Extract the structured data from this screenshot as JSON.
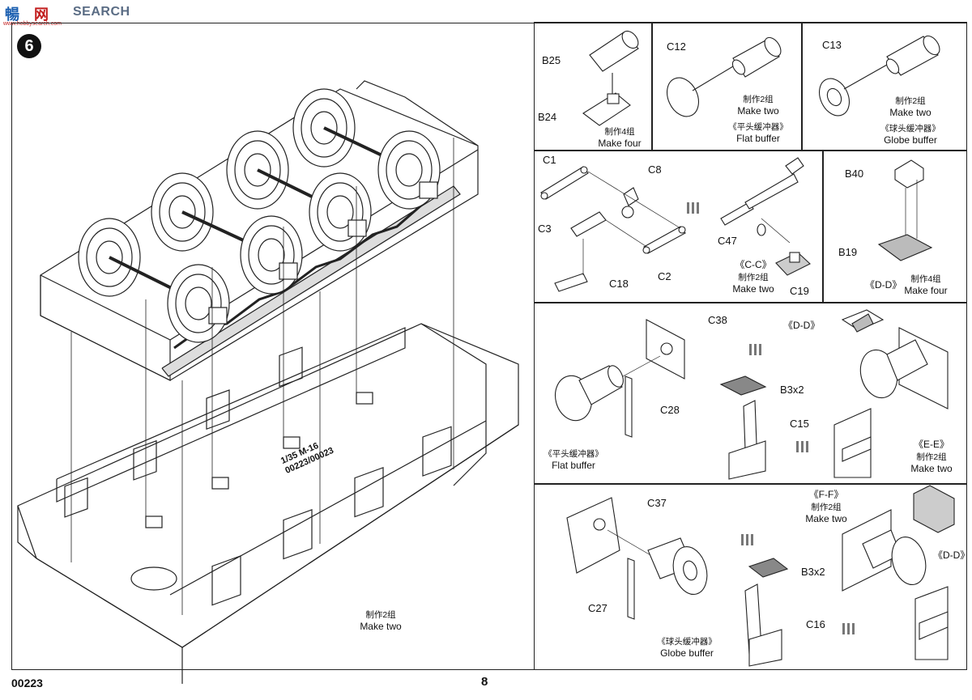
{
  "watermark": {
    "icon_text": "暢",
    "brand_a": "网",
    "brand_b": "SEARCH",
    "sub": "www.hobbysearch.com"
  },
  "step": {
    "number": "6"
  },
  "main": {
    "note_cn": "制作2组",
    "note_en": "Make two",
    "stamp_line1": "1/35 M-16",
    "stamp_line2": "00223/00023"
  },
  "panel_b": {
    "label_top": "B25",
    "label_bottom": "B24",
    "note_cn": "制作4组",
    "note_en": "Make four"
  },
  "panel_c12": {
    "label": "C12",
    "note_cn": "制作2组",
    "note_en": "Make two",
    "type_cn": "《平头缓冲器》",
    "type_en": "Flat buffer"
  },
  "panel_c13": {
    "label": "C13",
    "note_cn": "制作2组",
    "note_en": "Make two",
    "type_cn": "《球头缓冲器》",
    "type_en": "Globe buffer"
  },
  "panel_cc": {
    "labels": [
      "C1",
      "C8",
      "C3",
      "C2",
      "C18",
      "C47",
      "C19"
    ],
    "view": "《C-C》",
    "note_cn": "制作2组",
    "note_en": "Make two"
  },
  "panel_dd": {
    "labels": [
      "B40",
      "B19"
    ],
    "view": "《D-D》",
    "note_cn": "制作4组",
    "note_en": "Make four"
  },
  "panel_ee": {
    "labels": [
      "C38",
      "C28",
      "B3x2",
      "C15"
    ],
    "view_top": "《D-D》",
    "view": "《E-E》",
    "type_cn": "《平头缓冲器》",
    "type_en": "Flat buffer",
    "note_cn": "制作2组",
    "note_en": "Make two"
  },
  "panel_ff": {
    "labels": [
      "C37",
      "C27",
      "B3x2",
      "C16"
    ],
    "view_top": "《F-F》",
    "view_side": "《D-D》",
    "type_cn": "《球头缓冲器》",
    "type_en": "Globe buffer",
    "note_cn": "制作2组",
    "note_en": "Make two"
  },
  "footer": {
    "code": "00223",
    "page": "8"
  }
}
